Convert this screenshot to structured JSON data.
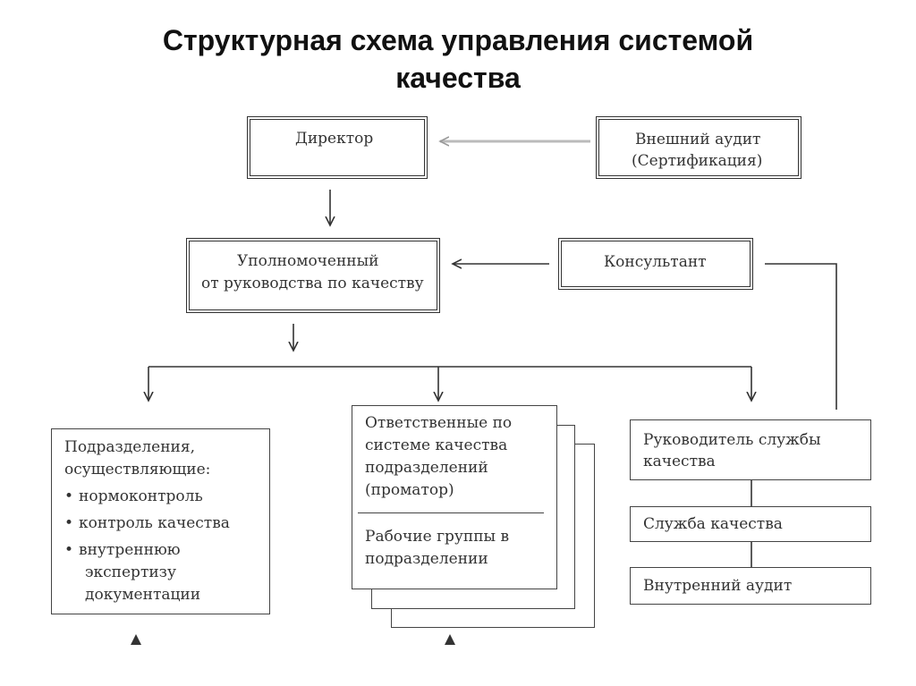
{
  "title": {
    "line1": "Структурная схема управления системой",
    "line2": "качества"
  },
  "nodes": {
    "director": "Директор",
    "external_audit": [
      "Внешний аудит",
      "(Сертификация)"
    ],
    "authorized": [
      "Уполномоченный",
      "от руководства по качеству"
    ],
    "consultant": "Консультант",
    "departments": {
      "heading": [
        "Подразделения,",
        "осуществляющие:"
      ],
      "items": [
        "нормоконтроль",
        "контроль качества",
        "внутреннюю"
      ],
      "continuation": [
        "экспертизу",
        "документации"
      ]
    },
    "responsible": [
      "Ответственные по",
      "системе качества",
      "подразделений",
      "(проматор)"
    ],
    "work_groups": [
      "Рабочие группы в",
      "подразделении"
    ],
    "quality_head": [
      "Руководитель службы",
      "качества"
    ],
    "quality_service": "Служба качества",
    "internal_audit": "Внутренний аудит"
  },
  "colors": {
    "line": "#333333",
    "faded_line": "#bbbbbb",
    "border": "#333333"
  }
}
